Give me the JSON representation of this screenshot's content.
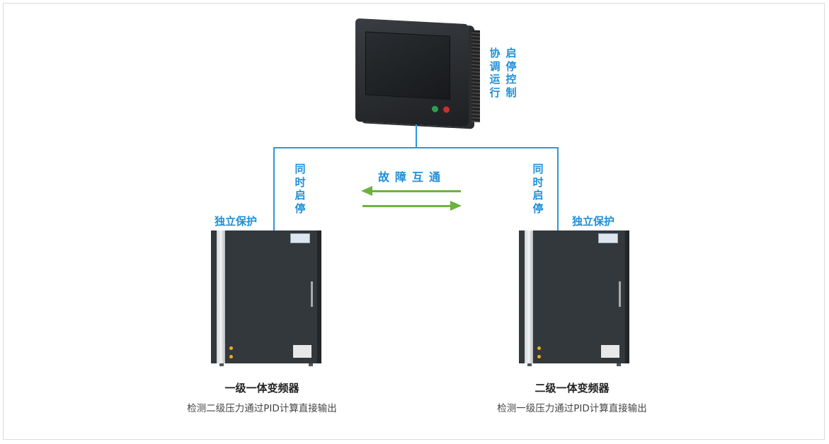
{
  "controller": {
    "label_col1": "协调运行",
    "label_col2": "启停控制"
  },
  "link": {
    "fault_label": "故障互通"
  },
  "left_unit": {
    "sync_label": "同时启停",
    "protect_label": "独立保护",
    "title": "一级一体变频器",
    "subtitle": "检测二级压力通过PID计算直接输出"
  },
  "right_unit": {
    "sync_label": "同时启停",
    "protect_label": "独立保护",
    "title": "二级一体变频器",
    "subtitle": "检测一级压力通过PID计算直接输出"
  },
  "colors": {
    "line": "#2b98dc",
    "arrow": "#6cb33e",
    "text": "#1f8fd6"
  }
}
